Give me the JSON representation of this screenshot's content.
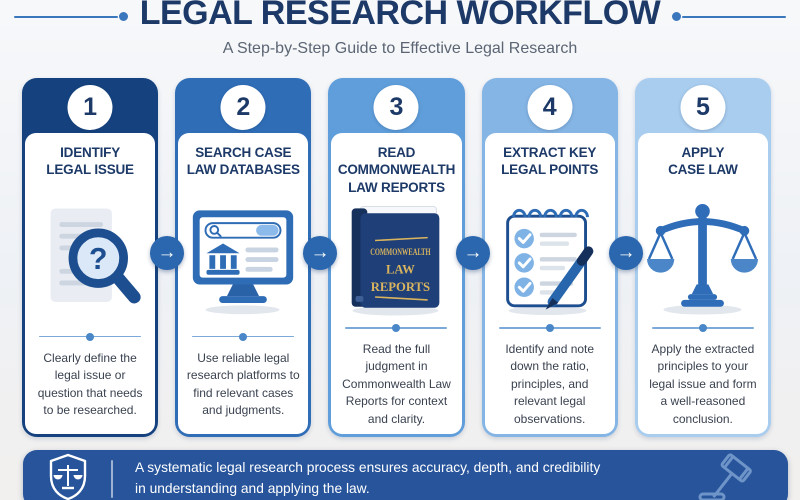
{
  "header": {
    "title": "LEGAL RESEARCH WORKFLOW",
    "subtitle": "A Step-by-Step Guide to Effective Legal Research"
  },
  "arrow_glyph": "→",
  "steps": [
    {
      "number": "1",
      "title_lines": [
        "IDENTIFY",
        "LEGAL ISSUE"
      ],
      "description": "Clearly define the legal issue or question that needs to be researched.",
      "icon": "document-search-icon",
      "header_color": "#15427e"
    },
    {
      "number": "2",
      "title_lines": [
        "SEARCH CASE",
        "LAW DATABASES"
      ],
      "description": "Use reliable legal research platforms to find relevant cases and judgments.",
      "icon": "database-monitor-icon",
      "header_color": "#2f6db6"
    },
    {
      "number": "3",
      "title_lines": [
        "READ",
        "COMMONWEALTH",
        "LAW REPORTS"
      ],
      "description": "Read the full judgment in Commonwealth Law Reports for context and clarity.",
      "icon": "law-reports-book-icon",
      "header_color": "#5f9eda",
      "book_lines": [
        "COMMONWEALTH",
        "LAW",
        "REPORTS"
      ]
    },
    {
      "number": "4",
      "title_lines": [
        "EXTRACT KEY",
        "LEGAL POINTS"
      ],
      "description": "Identify and note down the ratio, principles, and relevant legal observations.",
      "icon": "notepad-pen-icon",
      "header_color": "#85b5e4"
    },
    {
      "number": "5",
      "title_lines": [
        "APPLY",
        "CASE LAW"
      ],
      "description": "Apply the extracted principles to your legal issue and form a well-reasoned conclusion.",
      "icon": "scales-of-justice-icon",
      "header_color": "#a9cdee"
    }
  ],
  "footer": {
    "line1": "A systematic legal research process ensures accuracy, depth, and credibility",
    "line2": "in understanding and applying the law.",
    "left_icon": "shield-scales-icon",
    "right_icon": "gavel-icon",
    "background": "#27549b"
  },
  "colors": {
    "page_background": "#eef1f5",
    "title_navy": "#1c3968",
    "subtitle_gray": "#5b6573",
    "arrow_circle": "#2b67ae",
    "divider_blue": "#7aa9da",
    "book_gold": "#d9b45f",
    "icon_blue": "#2e6cb5",
    "icon_dark_navy": "#1d4e8f"
  }
}
